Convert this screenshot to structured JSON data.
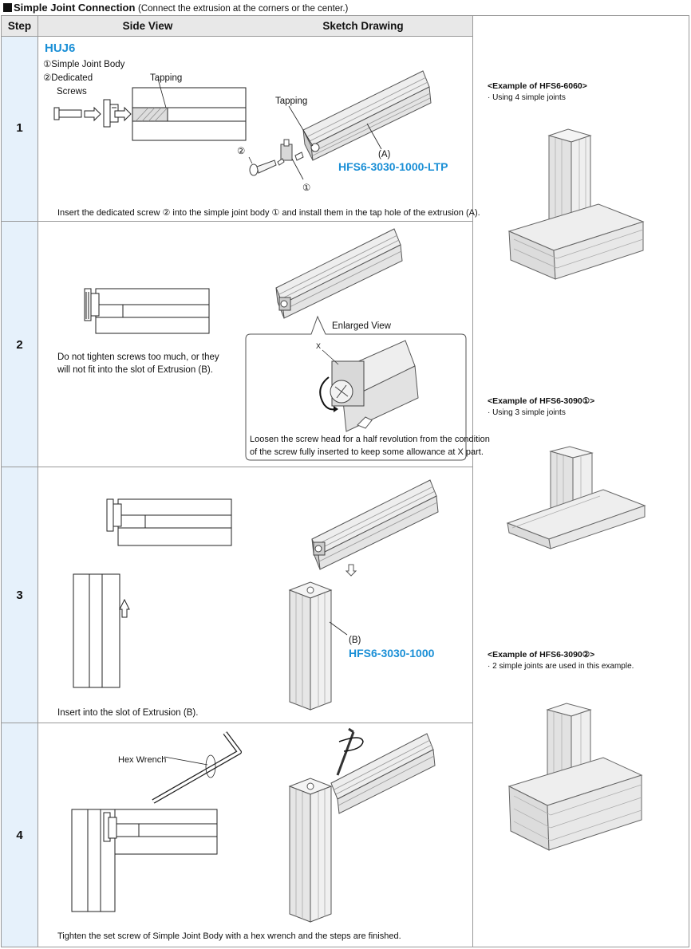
{
  "header": {
    "title_bold": "Simple Joint Connection",
    "title_note": "(Connect the extrusion at the corners or the center.)"
  },
  "table": {
    "col_step": "Step",
    "col_side": "Side View",
    "col_sketch": "Sketch Drawing"
  },
  "steps": [
    {
      "num": "1",
      "product": "HUJ6",
      "part1": "①Simple Joint Body",
      "part2_line1": "②Dedicated",
      "part2_line2": "Screws",
      "side_tapping": "Tapping",
      "sketch_tapping": "Tapping",
      "circle2": "②",
      "circle1": "①",
      "label_a": "(A)",
      "model_a": "HFS6-3030-1000-LTP",
      "caption": "Insert the dedicated screw ② into the simple joint body ① and install them in the tap hole of the extrusion (A)."
    },
    {
      "num": "2",
      "caption_line1": "Do not tighten screws too much, or they",
      "caption_line2": "will not fit into the slot of Extrusion (B).",
      "enlarged": "Enlarged View",
      "x_mark": "X",
      "note_line1": "Loosen the screw head for a half revolution from the condition",
      "note_line2": "of the screw fully inserted to keep some allowance at X part."
    },
    {
      "num": "3",
      "label_b": "(B)",
      "model_b": "HFS6-3030-1000",
      "caption": "Insert into the slot of Extrusion (B)."
    },
    {
      "num": "4",
      "hex": "Hex Wrench",
      "caption": "Tighten the set screw of Simple Joint Body with a hex wrench and the steps are finished."
    }
  ],
  "examples": [
    {
      "title": "<Example of HFS6-6060>",
      "sub": "· Using 4 simple joints"
    },
    {
      "title": "<Example of HFS6-3090①>",
      "sub": "· Using 3 simple joints"
    },
    {
      "title": "<Example of HFS6-3090②>",
      "sub": "· 2 simple joints are used in this example."
    }
  ]
}
